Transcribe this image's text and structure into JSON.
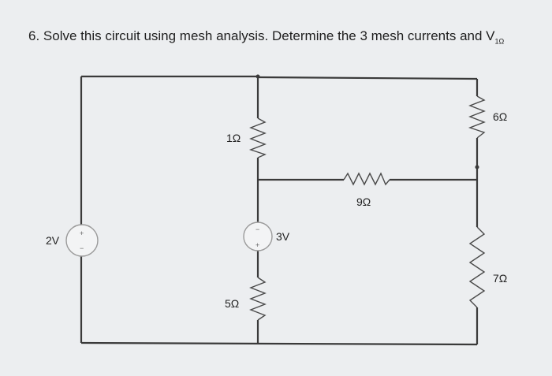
{
  "question": {
    "text": "6. Solve this circuit using mesh analysis. Determine the 3 mesh currents and V",
    "subscript": "1Ω"
  },
  "circuit": {
    "components": {
      "voltage_source_left": "2V",
      "voltage_source_middle": "3V",
      "resistor_1": "1Ω",
      "resistor_5": "5Ω",
      "resistor_9": "9Ω",
      "resistor_6": "6Ω",
      "resistor_7": "7Ω"
    },
    "source_signs": {
      "plus": "+",
      "minus": "−"
    }
  }
}
